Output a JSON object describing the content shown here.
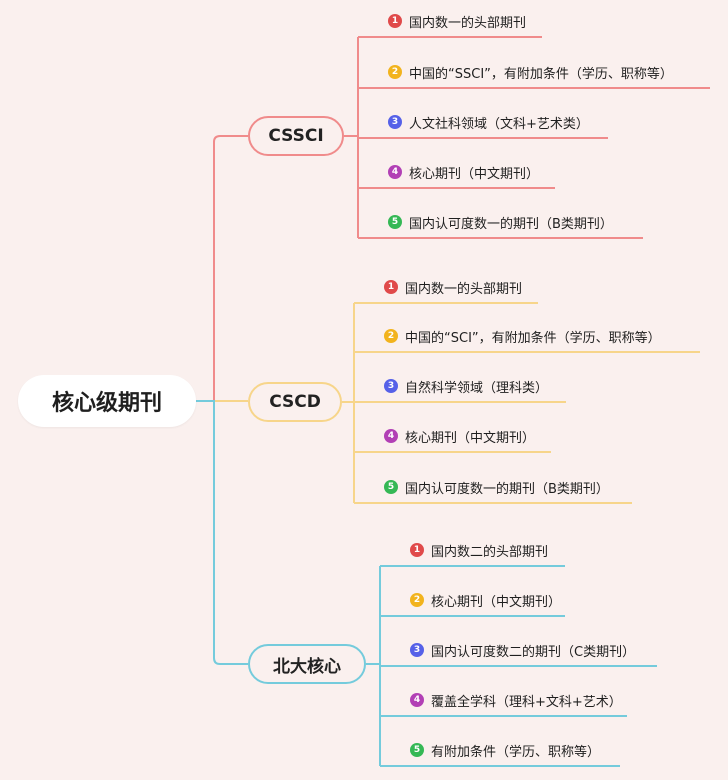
{
  "root": {
    "label": "核心级期刊"
  },
  "badges": {
    "1": {
      "label": "1",
      "color": "#e04a4a"
    },
    "2": {
      "label": "2",
      "color": "#f2b31d"
    },
    "3": {
      "label": "3",
      "color": "#5661e8"
    },
    "4": {
      "label": "4",
      "color": "#b240b5"
    },
    "5": {
      "label": "5",
      "color": "#35b855"
    }
  },
  "branches": [
    {
      "label": "CSSCI",
      "color": "#f08b8b",
      "items": [
        {
          "badge": "1",
          "text": "国内数一的头部期刊"
        },
        {
          "badge": "2",
          "text": "中国的“SSCI”，有附加条件（学历、职称等）"
        },
        {
          "badge": "3",
          "text": "人文社科领域（文科+艺术类）"
        },
        {
          "badge": "4",
          "text": "核心期刊（中文期刊）"
        },
        {
          "badge": "5",
          "text": "国内认可度数一的期刊（B类期刊）"
        }
      ]
    },
    {
      "label": "CSCD",
      "color": "#f7d58a",
      "items": [
        {
          "badge": "1",
          "text": "国内数一的头部期刊"
        },
        {
          "badge": "2",
          "text": "中国的“SCI”，有附加条件（学历、职称等）"
        },
        {
          "badge": "3",
          "text": "自然科学领域（理科类）"
        },
        {
          "badge": "4",
          "text": "核心期刊（中文期刊）"
        },
        {
          "badge": "5",
          "text": "国内认可度数一的期刊（B类期刊）"
        }
      ]
    },
    {
      "label": "北大核心",
      "color": "#74cbdc",
      "items": [
        {
          "badge": "1",
          "text": "国内数二的头部期刊"
        },
        {
          "badge": "2",
          "text": "核心期刊（中文期刊）"
        },
        {
          "badge": "3",
          "text": "国内认可度数二的期刊（C类期刊）"
        },
        {
          "badge": "4",
          "text": "覆盖全学科（理科+文科+艺术）"
        },
        {
          "badge": "5",
          "text": "有附加条件（学历、职称等）"
        }
      ]
    }
  ]
}
